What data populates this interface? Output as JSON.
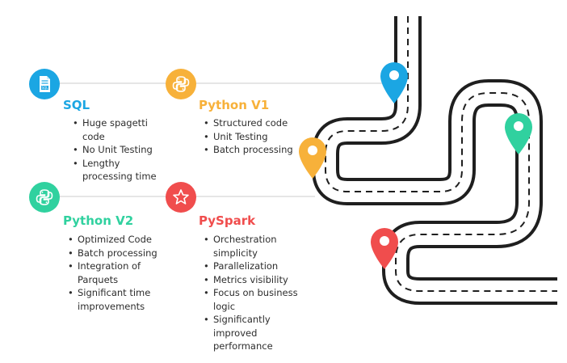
{
  "stages": [
    {
      "id": "sql",
      "title": "SQL",
      "icon": "sql-file-icon",
      "color": "#1ba6e3",
      "bullets": [
        "Huge spagetti code",
        "No Unit Testing",
        "Lengthy processing time"
      ]
    },
    {
      "id": "python-v1",
      "title": "Python V1",
      "icon": "python-logo-icon",
      "color": "#f7b13a",
      "bullets": [
        "Structured code",
        "Unit Testing",
        "Batch processing"
      ]
    },
    {
      "id": "python-v2",
      "title": "Python V2",
      "icon": "python-logo-icon",
      "color": "#30d19f",
      "bullets": [
        "Optimized Code",
        "Batch processing",
        "Integration of Parquets",
        "Significant time improvements"
      ]
    },
    {
      "id": "pyspark",
      "title": "PySpark",
      "icon": "star-icon",
      "color": "#f04d4d",
      "bullets": [
        "Orchestration simplicity",
        "Parallelization",
        "Metrics visibility",
        "Focus on business logic",
        "Significantly improved performance"
      ]
    }
  ],
  "road": {
    "pins": [
      {
        "name": "pin-blue",
        "color": "#1ba6e3"
      },
      {
        "name": "pin-orange",
        "color": "#f7b13a"
      },
      {
        "name": "pin-green",
        "color": "#30d19f"
      },
      {
        "name": "pin-red",
        "color": "#f04d4d"
      }
    ],
    "road_color": "#1f1f1f",
    "dash_color": "#ffffff"
  }
}
